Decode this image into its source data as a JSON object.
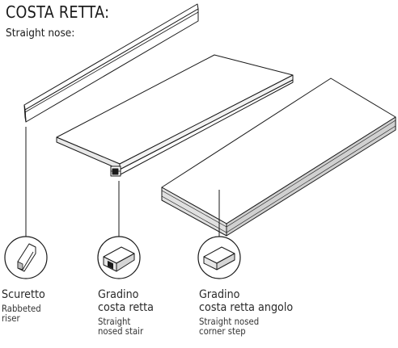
{
  "header": {
    "title": "COSTA RETTA:",
    "subtitle": "Straight nose:"
  },
  "items": [
    {
      "name_it_lines": [
        "Scuretto"
      ],
      "name_en_lines": [
        "Rabbeted",
        "riser"
      ]
    },
    {
      "name_it_lines": [
        "Gradino",
        "costa retta"
      ],
      "name_en_lines": [
        "Straight",
        "nosed stair"
      ]
    },
    {
      "name_it_lines": [
        "Gradino",
        "costa retta angolo"
      ],
      "name_en_lines": [
        "Straight nosed",
        "corner step"
      ]
    }
  ],
  "colors": {
    "line": "#1a1a1a",
    "fill_top": "#ffffff",
    "fill_side": "#d7d7d7",
    "fill_dark": "#bdbdbd"
  }
}
